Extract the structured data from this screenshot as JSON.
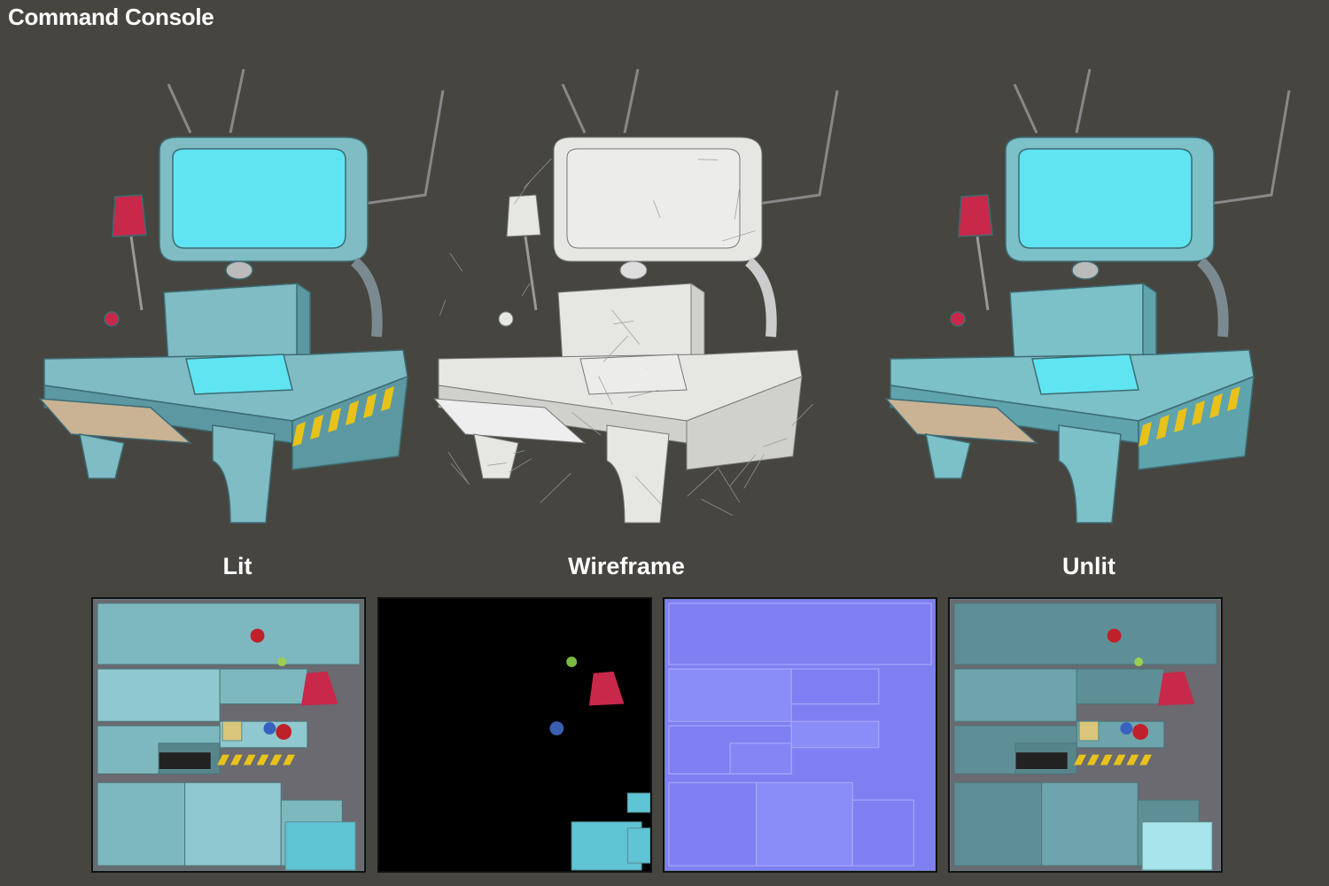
{
  "title": "Command Console",
  "views": [
    {
      "label": "Lit",
      "style": "lit"
    },
    {
      "label": "Wireframe",
      "style": "wireframe"
    },
    {
      "label": "Unlit",
      "style": "unlit"
    }
  ],
  "texture_maps": [
    {
      "kind": "diffuse-lit"
    },
    {
      "kind": "emissive"
    },
    {
      "kind": "normal"
    },
    {
      "kind": "diffuse-unlit"
    }
  ],
  "colors": {
    "background": "#47453f",
    "body": "#7fbcc4",
    "screen": "#5fe4f2",
    "normal_map": "#8080f0",
    "siren": "#c8284a",
    "hazard_yellow": "#e8c21a"
  }
}
